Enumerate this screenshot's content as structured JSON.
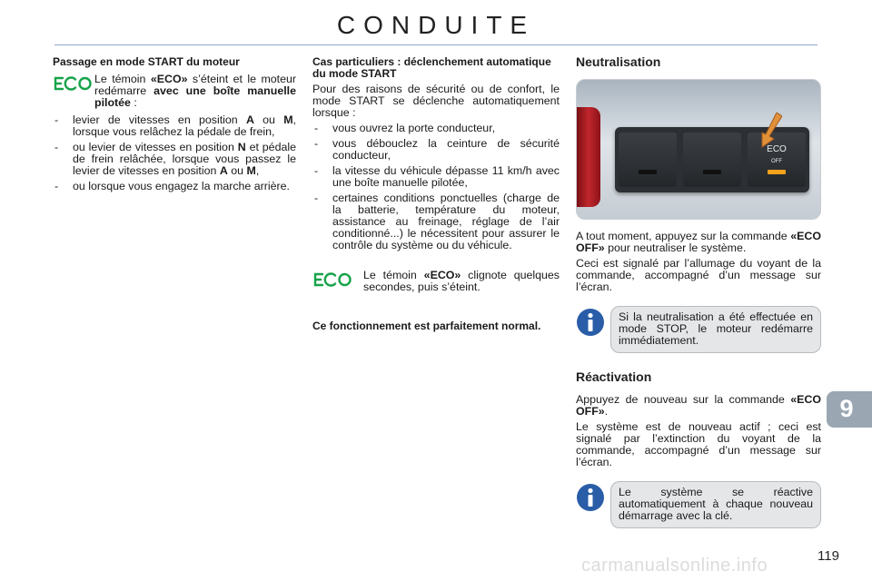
{
  "page": {
    "title": "CONDUITE",
    "chapter_tab": "9",
    "page_number": "119",
    "watermark": "carmanualsonline.info"
  },
  "col1": {
    "heading": "Passage en mode START du moteur",
    "eco_para": {
      "t1": "Le témoin ",
      "b1": "«ECO»",
      "t2": " s’éteint et le moteur redémarre ",
      "b2": "avec une boîte manuelle pilotée",
      "t3": " :"
    },
    "items": [
      {
        "t1": "levier de vitesses en position ",
        "b1": "A",
        "t2": " ou ",
        "b2": "M",
        "t3": ", lorsque vous relâchez la pédale de frein,"
      },
      {
        "t1": "ou levier de vitesses en position ",
        "b1": "N",
        "t2": " et pédale de frein relâchée, lorsque vous passez le levier de vitesses en position ",
        "b2": "A",
        "t3": " ou ",
        "b3": "M",
        "t4": ","
      },
      {
        "t1": "ou lorsque vous engagez la marche arrière."
      }
    ]
  },
  "col2": {
    "heading": "Cas particuliers : déclenchement automatique du mode START",
    "intro": "Pour des raisons de sécurité ou de confort, le mode START se déclenche automatiquement lorsque :",
    "items": [
      "vous ouvrez la porte conducteur,",
      "vous débouclez la ceinture de sécurité conducteur,",
      "la vitesse du véhicule dépasse 11 km/h avec une boîte manuelle pilotée,",
      "certaines conditions ponctuelles (charge de la batterie, température du moteur, assistance au freinage, réglage de l’air conditionné...) le nécessitent pour assurer le contrôle du système ou du véhicule."
    ],
    "eco_para": {
      "t1": "Le témoin ",
      "b1": "«ECO»",
      "t2": " clignote quelques secondes, puis s’éteint."
    },
    "closing": "Ce fonctionnement est parfaitement normal."
  },
  "col3": {
    "neutral_heading": "Neutralisation",
    "photo": {
      "button_label": "ECO",
      "button_sublabel": "OFF"
    },
    "neutral_p1": {
      "t1": "A tout moment, appuyez sur la commande ",
      "b1": "«ECO OFF»",
      "t2": " pour neutraliser le système."
    },
    "neutral_p2": "Ceci est signalé par l’allumage du voyant de la commande, accompagné d’un message sur l’écran.",
    "info1": "Si la neutralisation a été effectuée en mode STOP, le moteur redémarre immédiatement.",
    "react_heading": "Réactivation",
    "react_p1": {
      "t1": "Appuyez de nouveau sur la commande ",
      "b1": "«ECO OFF»",
      "t2": "."
    },
    "react_p2": "Le système est de nouveau actif ; ceci est signalé par l’extinction du voyant de la commande, accompagné d’un message sur l’écran.",
    "info2": "Le système se réactive automatiquement à chaque nouveau démarrage avec la clé."
  },
  "colors": {
    "eco_icon": "#17a34a",
    "info_icon": "#2a5da8",
    "tab": "#9aa6b2",
    "info_box_bg": "#e4e6e8",
    "arrow": "#e0913a"
  },
  "icons": {
    "eco": "eco-indicator-icon",
    "info": "info-icon"
  }
}
